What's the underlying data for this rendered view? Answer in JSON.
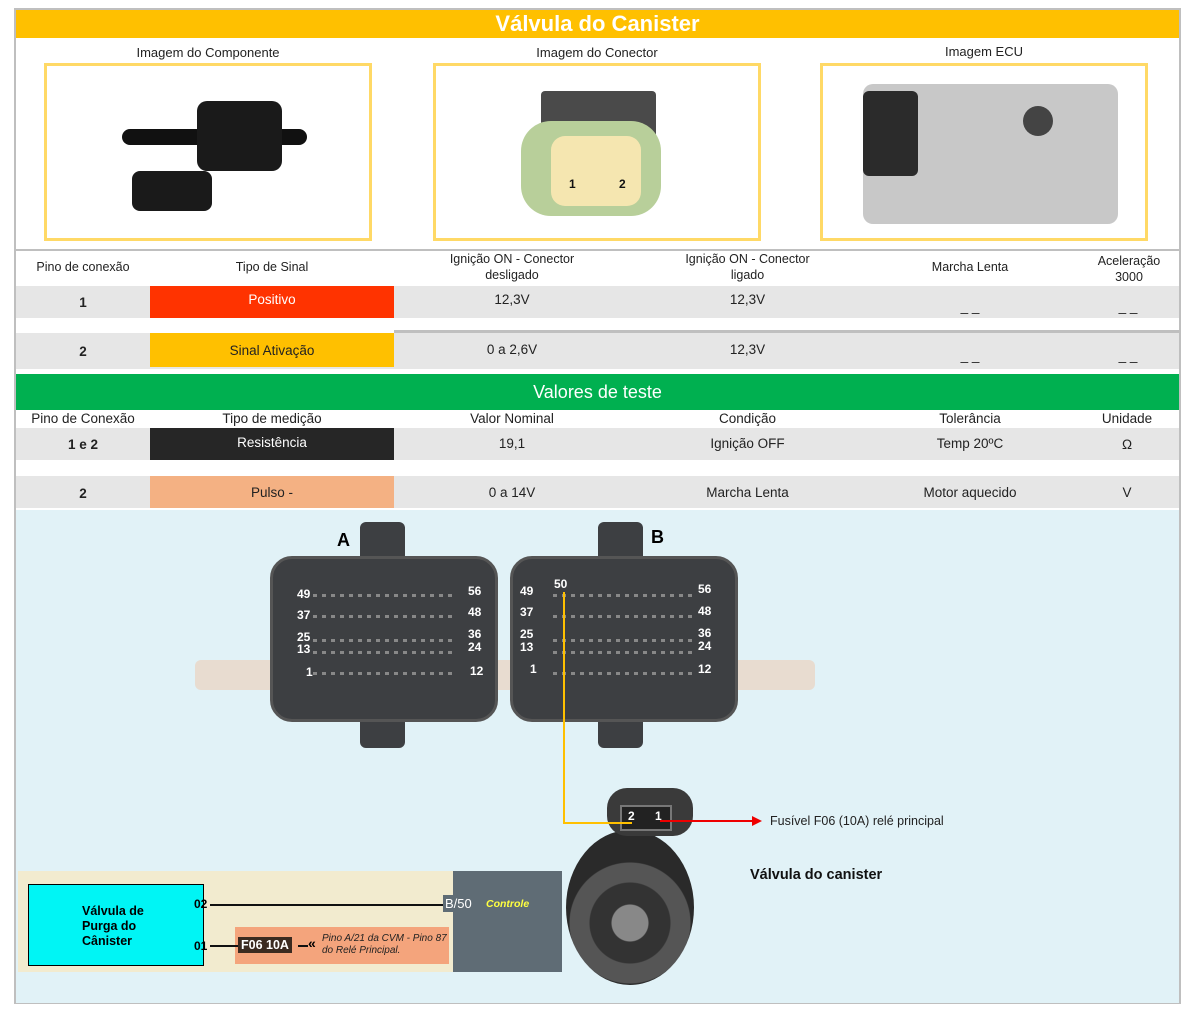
{
  "title": "Válvula do Canister",
  "images": {
    "component": "Imagem do Componente",
    "connector": "Imagem do Conector",
    "ecu": "Imagem ECU",
    "connector_pins": [
      "1",
      "2"
    ]
  },
  "table1": {
    "headers": [
      "Pino de conexão",
      "Tipo de Sinal",
      "Ignição ON - Conector desligado",
      "Ignição ON - Conector ligado",
      "Marcha Lenta",
      "Aceleração 3000"
    ],
    "rows": [
      {
        "pin": "1",
        "type": "Positivo",
        "color": "#FF3300",
        "v1": "12,3V",
        "v2": "12,3V",
        "v3": "_ _",
        "v4": "_ _"
      },
      {
        "pin": "2",
        "type": "Sinal Ativação",
        "color": "#FFC000",
        "v1": "0 a 2,6V",
        "v2": "12,3V",
        "v3": "_ _",
        "v4": "_ _"
      }
    ]
  },
  "section2": "Valores de teste",
  "table2": {
    "headers": [
      "Pino de Conexão",
      "Tipo de medição",
      "Valor Nominal",
      "Condição",
      "Tolerância",
      "Unidade"
    ],
    "rows": [
      {
        "pin": "1 e 2",
        "type": "Resistência",
        "color": "#262626",
        "nominal": "19,1",
        "cond": "Ignição OFF",
        "tol": "Temp 20ºC",
        "unit": "Ω"
      },
      {
        "pin": "2",
        "type": "Pulso -",
        "color": "#F4B183",
        "nominal": "0 a 14V",
        "cond": "Marcha Lenta",
        "tol": "Motor aquecido",
        "unit": "V"
      }
    ]
  },
  "diagram": {
    "conn_a": "A",
    "conn_b": "B",
    "pins": [
      "49",
      "56",
      "37",
      "48",
      "25",
      "36",
      "13",
      "24",
      "1",
      "12"
    ],
    "pin_b50": "50",
    "plug_pins": [
      "2",
      "1"
    ],
    "fuse_note": "Fusível F06  (10A)  relé principal",
    "valve_label": "Válvula do canister",
    "schematic": {
      "component": "Válvula de Purga do Cânister",
      "pin02": "02",
      "pin01": "01",
      "ecu_pin": "B/50",
      "ecu_label": "Controle",
      "fuse": "F06 10A",
      "note": "Pino A/21 da CVM - Pino 87 do Relé Principal."
    }
  }
}
